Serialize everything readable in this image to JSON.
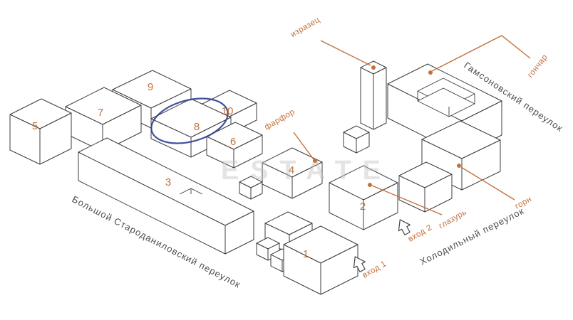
{
  "building_numbers": {
    "b1": "1",
    "b2": "2",
    "b3": "3",
    "b4": "4",
    "b5": "5",
    "b6": "6",
    "b7": "7",
    "b8": "8",
    "b9": "9",
    "b10": "10"
  },
  "streets": {
    "bolshoy_starodanilovsky": "Большой Староданиловский переулок",
    "kholodilny": "Холодильный переулок",
    "gamsonovsky": "Гамсоновский переулок"
  },
  "house_labels": {
    "izrazets": "изразец",
    "gonchar": "гончар",
    "farfor": "фарфор",
    "glazur": "глазурь",
    "gorn": "горн"
  },
  "entrances": {
    "entrance1": "вход 1",
    "entrance2": "вход 2"
  },
  "watermark": {
    "text": "ESTATE"
  },
  "colors": {
    "accent": "#c2713c",
    "outline": "#3c3c3c",
    "highlight_ellipse": "#2e3e90",
    "street_text": "#4d4d4d",
    "watermark": "#c4c4c4"
  }
}
